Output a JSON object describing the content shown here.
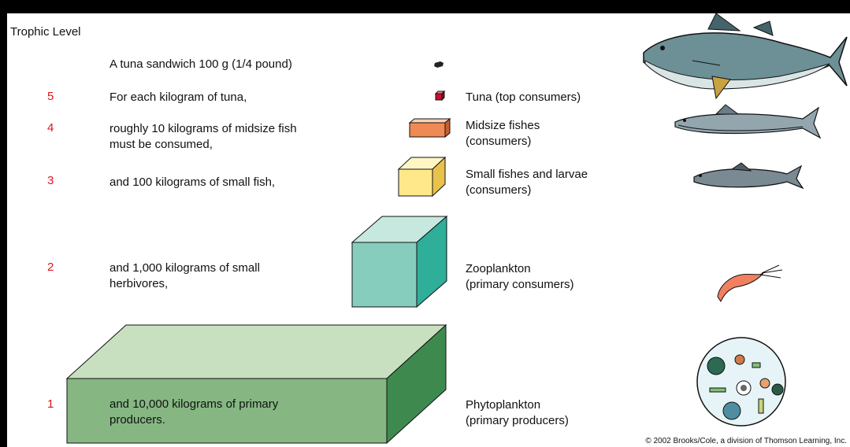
{
  "header": {
    "trophic_level": "Trophic Level"
  },
  "sandwich": {
    "text": "A tuna sandwich 100 g (1/4 pound)"
  },
  "levels": [
    {
      "number": "5",
      "description": [
        "For each kilogram of tuna,"
      ],
      "organism": [
        "Tuna (top consumers)"
      ]
    },
    {
      "number": "4",
      "description": [
        "roughly 10 kilograms of midsize fish",
        "must be consumed,"
      ],
      "organism": [
        "Midsize fishes",
        "(consumers)"
      ]
    },
    {
      "number": "3",
      "description": [
        "and 100 kilograms of small fish,"
      ],
      "organism": [
        "Small fishes and larvae",
        "(consumers)"
      ]
    },
    {
      "number": "2",
      "description": [
        "and 1,000 kilograms of small",
        "herbivores,"
      ],
      "organism": [
        "Zooplankton",
        "(primary consumers)"
      ]
    },
    {
      "number": "1",
      "description": [
        "and 10,000 kilograms of primary",
        "producers."
      ],
      "organism": [
        "Phytoplankton",
        "(primary producers)"
      ]
    }
  ],
  "credit": "© 2002 Brooks/Cole, a division of Thomson Learning, Inc.",
  "colors": {
    "level_number": "#e0141e",
    "tuna_block": "#c8102e",
    "midsize_block": "#f08a55",
    "small_fish_block": "#ffe88a",
    "zooplankton_block": "#2fae9a",
    "phytoplankton_block": "#3e8a4e"
  }
}
